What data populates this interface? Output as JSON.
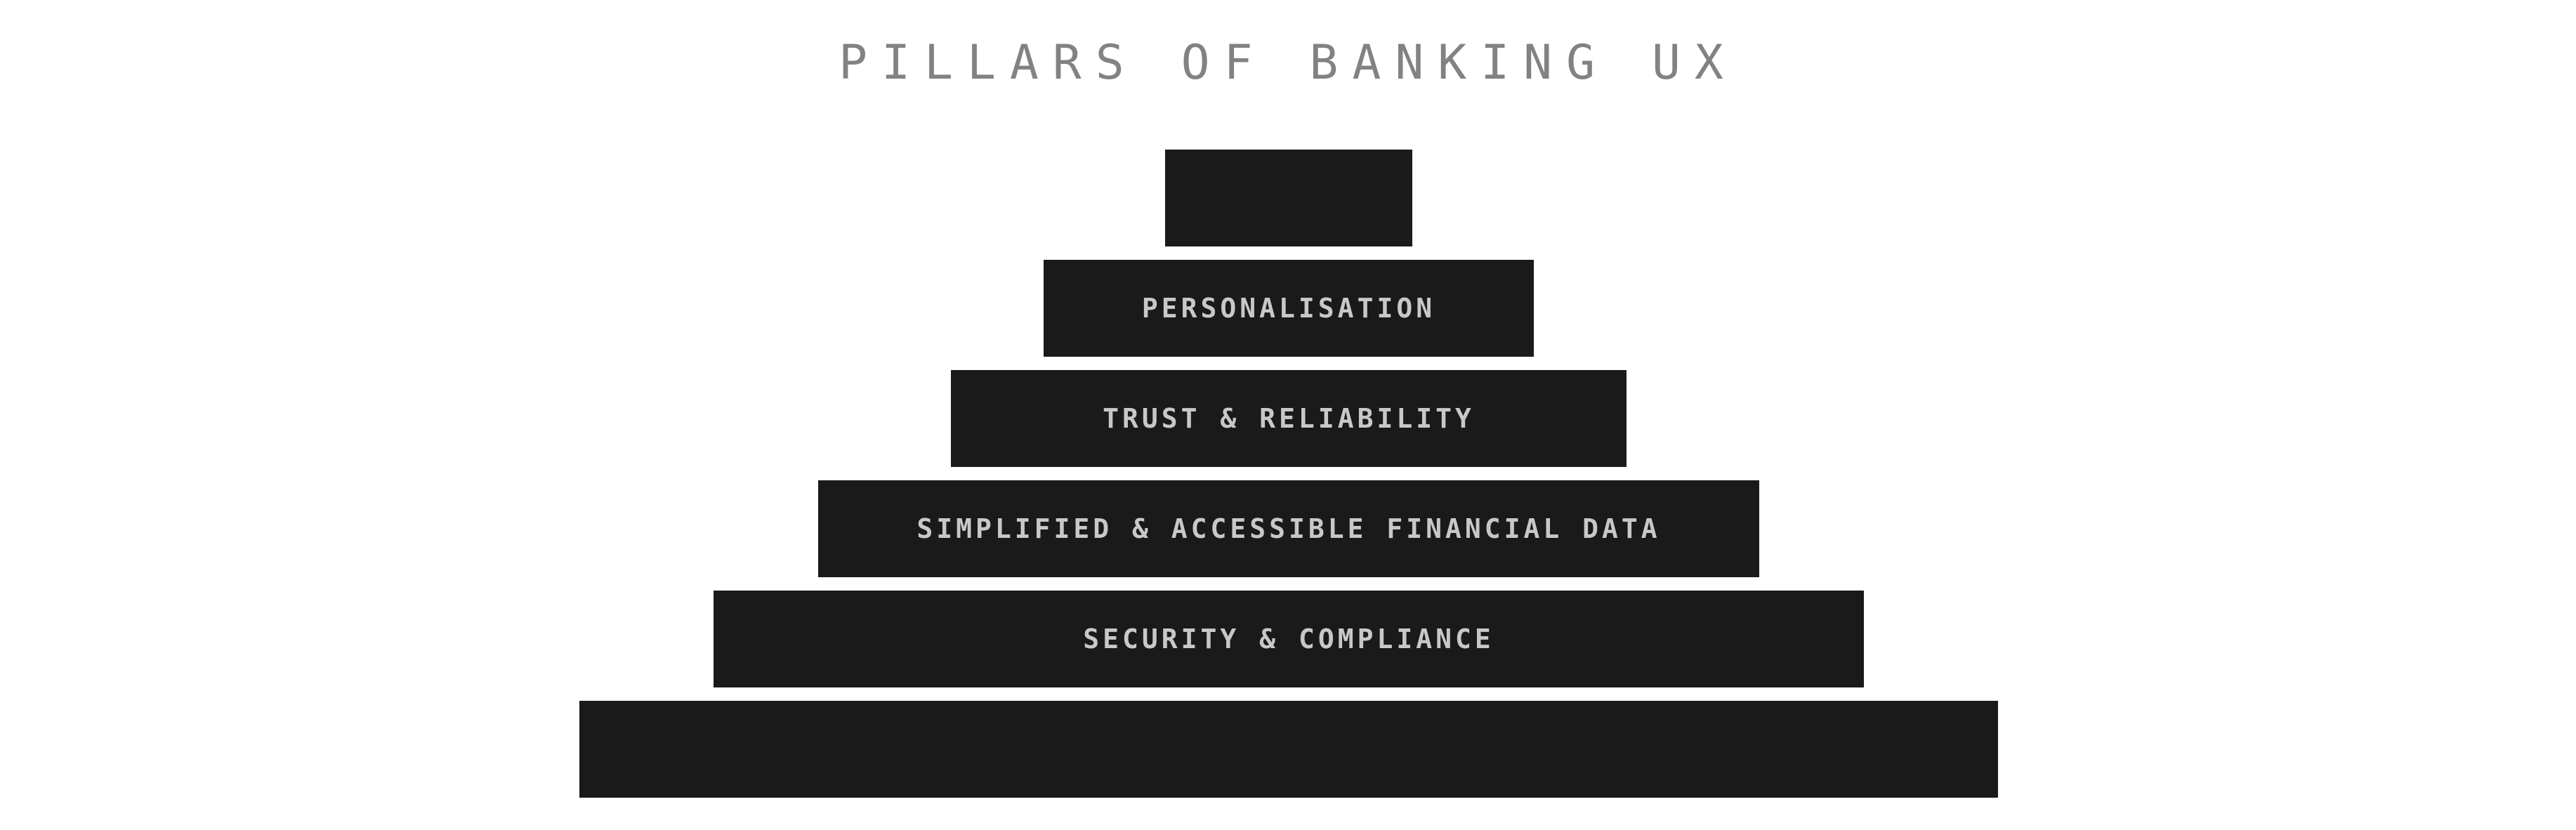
{
  "title": "PILLARS OF BANKING UX",
  "colors": {
    "background": "#ffffff",
    "tier_fill": "#1a1a1a",
    "tier_text": "#c8c8c8",
    "title_text": "#828282"
  },
  "pyramid": {
    "tiers": [
      {
        "label": ""
      },
      {
        "label": "PERSONALISATION"
      },
      {
        "label": "TRUST & RELIABILITY"
      },
      {
        "label": "SIMPLIFIED & ACCESSIBLE FINANCIAL DATA"
      },
      {
        "label": "SECURITY & COMPLIANCE"
      },
      {
        "label": ""
      }
    ]
  }
}
